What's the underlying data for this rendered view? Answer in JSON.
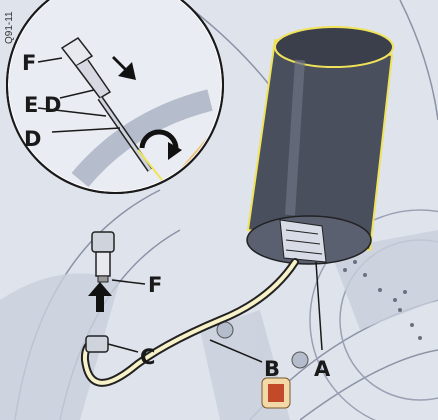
{
  "figure": {
    "code": "Q91-11",
    "labels": {
      "a": "A",
      "b": "B",
      "c": "C",
      "d": "D",
      "e": "E",
      "f_inset": "F",
      "f_main": "F"
    },
    "colors": {
      "background": "#dfe3ec",
      "rim": "#c9cfdc",
      "bottle_dark": "#3b3f4b",
      "bottle_mid": "#5b6070",
      "hose_highlight": "#f0e35a",
      "line": "#1a1a1a",
      "badge_red": "#c24a2a"
    },
    "icons": [
      "arrow-down-right-icon",
      "arrow-up-icon",
      "rotate-arrow-icon"
    ]
  }
}
